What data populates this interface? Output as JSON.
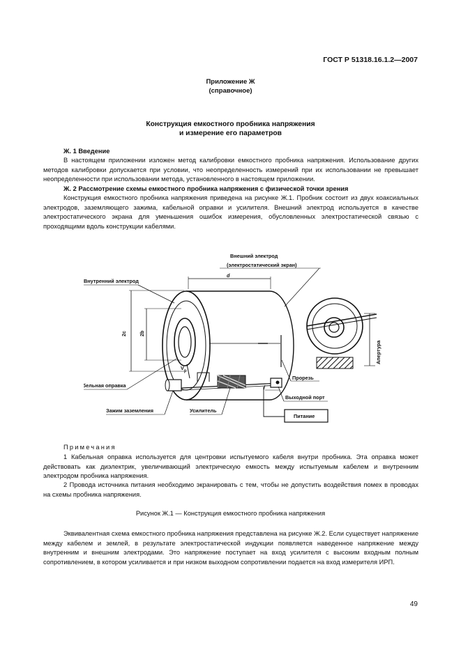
{
  "header": {
    "standard": "ГОСТ Р 51318.16.1.2—2007"
  },
  "appendix": {
    "title": "Приложение Ж",
    "subtitle": "(справочное)"
  },
  "heading": {
    "line1": "Конструкция емкостного пробника напряжения",
    "line2": "и измерение его параметров"
  },
  "section1": {
    "title": "Ж. 1 Введение",
    "text": "В настоящем приложении изложен метод калибровки емкостного пробника напряжения. Использование других методов калибровки допускается при условии, что неопределенность измерений при их использовании не превышает неопределенности при использовании метода, установленного в настоящем приложении."
  },
  "section2": {
    "title": "Ж. 2 Рассмотрение схемы емкостного пробника напряжения с физической точки зрения",
    "text": "Конструкция емкостного пробника напряжения приведена на рисунке Ж.1. Пробник состоит из двух коаксиальных электродов, заземляющего зажима, кабельной оправки и усилителя. Внешний электрод используется в качестве электростатического экрана для уменьшения ошибок измерения, обусловленных электростатической связью с проходящими вдоль конструкции кабелями."
  },
  "figure": {
    "outer_electrode_1": "Внешний электрод",
    "outer_electrode_2": "(электростатический экран)",
    "inner_electrode": "Внутренний электрод",
    "d": "d",
    "dim_2c": "2c",
    "dim_2b": "2b",
    "vp": "V",
    "vp_sub": "p",
    "cable_mandrel": "Кабельная оправка",
    "ground_clamp": "Зажим заземления",
    "amplifier": "Усилитель",
    "slot": "Прорезь",
    "output_port": "Выходной порт",
    "power": "Питание",
    "aperture": "Апертура",
    "caption": "Рисунок Ж.1 — Конструкция емкостного пробника напряжения"
  },
  "notes": {
    "title": "Примечания",
    "n1": "1 Кабельная оправка используется для центровки испытуемого кабеля внутри пробника. Эта оправка может действовать как диэлектрик, увеличивающий электрическую емкость между испытуемым кабелем и внутренним электродом пробника напряжения.",
    "n2": "2 Провода источника питания необходимо экранировать с тем, чтобы не допустить воздействия помех в проводах на схемы пробника напряжения."
  },
  "closing": "Эквивалентная схема емкостного пробника напряжения представлена на рисунке Ж.2. Если существует напряжение между кабелем и землей, в результате электростатической индукции появляется наведенное напряжение между внутренним и внешним электродами. Это напряжение поступает на вход усилителя с высоким входным полным сопротивлением, в котором усиливается и при низком выходном сопротивлении подается на вход измерителя ИРП.",
  "page_number": "49"
}
